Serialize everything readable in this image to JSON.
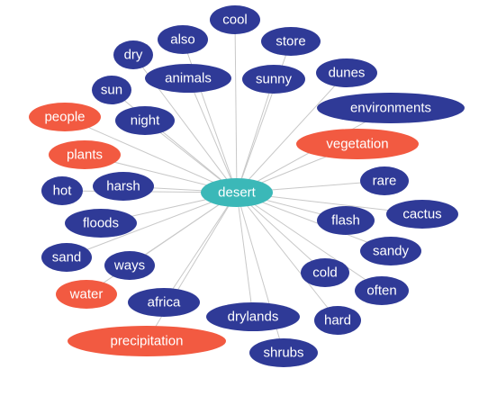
{
  "colors": {
    "center": "#3bb8b8",
    "term": "#2f3a97",
    "highlight": "#f25a41",
    "edge": "#c8c8c8"
  },
  "center": {
    "label": "desert"
  },
  "nodes": [
    {
      "id": "cool",
      "label": "cool",
      "group": "term"
    },
    {
      "id": "also",
      "label": "also",
      "group": "term"
    },
    {
      "id": "store",
      "label": "store",
      "group": "term"
    },
    {
      "id": "dry",
      "label": "dry",
      "group": "term"
    },
    {
      "id": "animals",
      "label": "animals",
      "group": "term"
    },
    {
      "id": "sunny",
      "label": "sunny",
      "group": "term"
    },
    {
      "id": "dunes",
      "label": "dunes",
      "group": "term"
    },
    {
      "id": "sun",
      "label": "sun",
      "group": "term"
    },
    {
      "id": "environments",
      "label": "environments",
      "group": "term"
    },
    {
      "id": "people",
      "label": "people",
      "group": "highlight"
    },
    {
      "id": "night",
      "label": "night",
      "group": "term"
    },
    {
      "id": "vegetation",
      "label": "vegetation",
      "group": "highlight"
    },
    {
      "id": "plants",
      "label": "plants",
      "group": "highlight"
    },
    {
      "id": "rare",
      "label": "rare",
      "group": "term"
    },
    {
      "id": "hot",
      "label": "hot",
      "group": "term"
    },
    {
      "id": "harsh",
      "label": "harsh",
      "group": "term"
    },
    {
      "id": "cactus",
      "label": "cactus",
      "group": "term"
    },
    {
      "id": "flash",
      "label": "flash",
      "group": "term"
    },
    {
      "id": "floods",
      "label": "floods",
      "group": "term"
    },
    {
      "id": "sandy",
      "label": "sandy",
      "group": "term"
    },
    {
      "id": "sand",
      "label": "sand",
      "group": "term"
    },
    {
      "id": "ways",
      "label": "ways",
      "group": "term"
    },
    {
      "id": "cold",
      "label": "cold",
      "group": "term"
    },
    {
      "id": "often",
      "label": "often",
      "group": "term"
    },
    {
      "id": "water",
      "label": "water",
      "group": "highlight"
    },
    {
      "id": "africa",
      "label": "africa",
      "group": "term"
    },
    {
      "id": "drylands",
      "label": "drylands",
      "group": "term"
    },
    {
      "id": "hard",
      "label": "hard",
      "group": "term"
    },
    {
      "id": "precipitation",
      "label": "precipitation",
      "group": "highlight"
    },
    {
      "id": "shrubs",
      "label": "shrubs",
      "group": "term"
    }
  ]
}
